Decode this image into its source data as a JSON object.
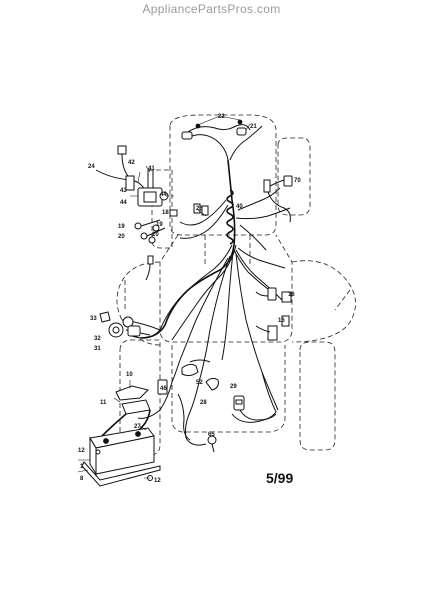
{
  "watermark": "AppliancePartsPros.com",
  "date_code": "5/99",
  "callouts": [
    {
      "id": "c1",
      "label": "22"
    },
    {
      "id": "c2",
      "label": "21"
    },
    {
      "id": "c3",
      "label": "24"
    },
    {
      "id": "c4",
      "label": "42"
    },
    {
      "id": "c5",
      "label": "41"
    },
    {
      "id": "c6",
      "label": "43"
    },
    {
      "id": "c7",
      "label": "44"
    },
    {
      "id": "c8",
      "label": "44"
    },
    {
      "id": "c9",
      "label": "18"
    },
    {
      "id": "c10",
      "label": "19"
    },
    {
      "id": "c11",
      "label": "19"
    },
    {
      "id": "c12",
      "label": "20"
    },
    {
      "id": "c13",
      "label": "20"
    },
    {
      "id": "c14",
      "label": "26"
    },
    {
      "id": "c15",
      "label": "40"
    },
    {
      "id": "c16",
      "label": "70"
    },
    {
      "id": "c17",
      "label": "16"
    },
    {
      "id": "c18",
      "label": "16"
    },
    {
      "id": "c19",
      "label": "33"
    },
    {
      "id": "c20",
      "label": "32"
    },
    {
      "id": "c21",
      "label": "31"
    },
    {
      "id": "c22",
      "label": "46"
    },
    {
      "id": "c23",
      "label": "52"
    },
    {
      "id": "c24",
      "label": "29"
    },
    {
      "id": "c25",
      "label": "28"
    },
    {
      "id": "c26",
      "label": "10"
    },
    {
      "id": "c27",
      "label": "11"
    },
    {
      "id": "c28",
      "label": "27"
    },
    {
      "id": "c29",
      "label": "12"
    },
    {
      "id": "c30",
      "label": "12"
    },
    {
      "id": "c31",
      "label": "1"
    },
    {
      "id": "c32",
      "label": "8"
    },
    {
      "id": "c33",
      "label": "65"
    }
  ]
}
